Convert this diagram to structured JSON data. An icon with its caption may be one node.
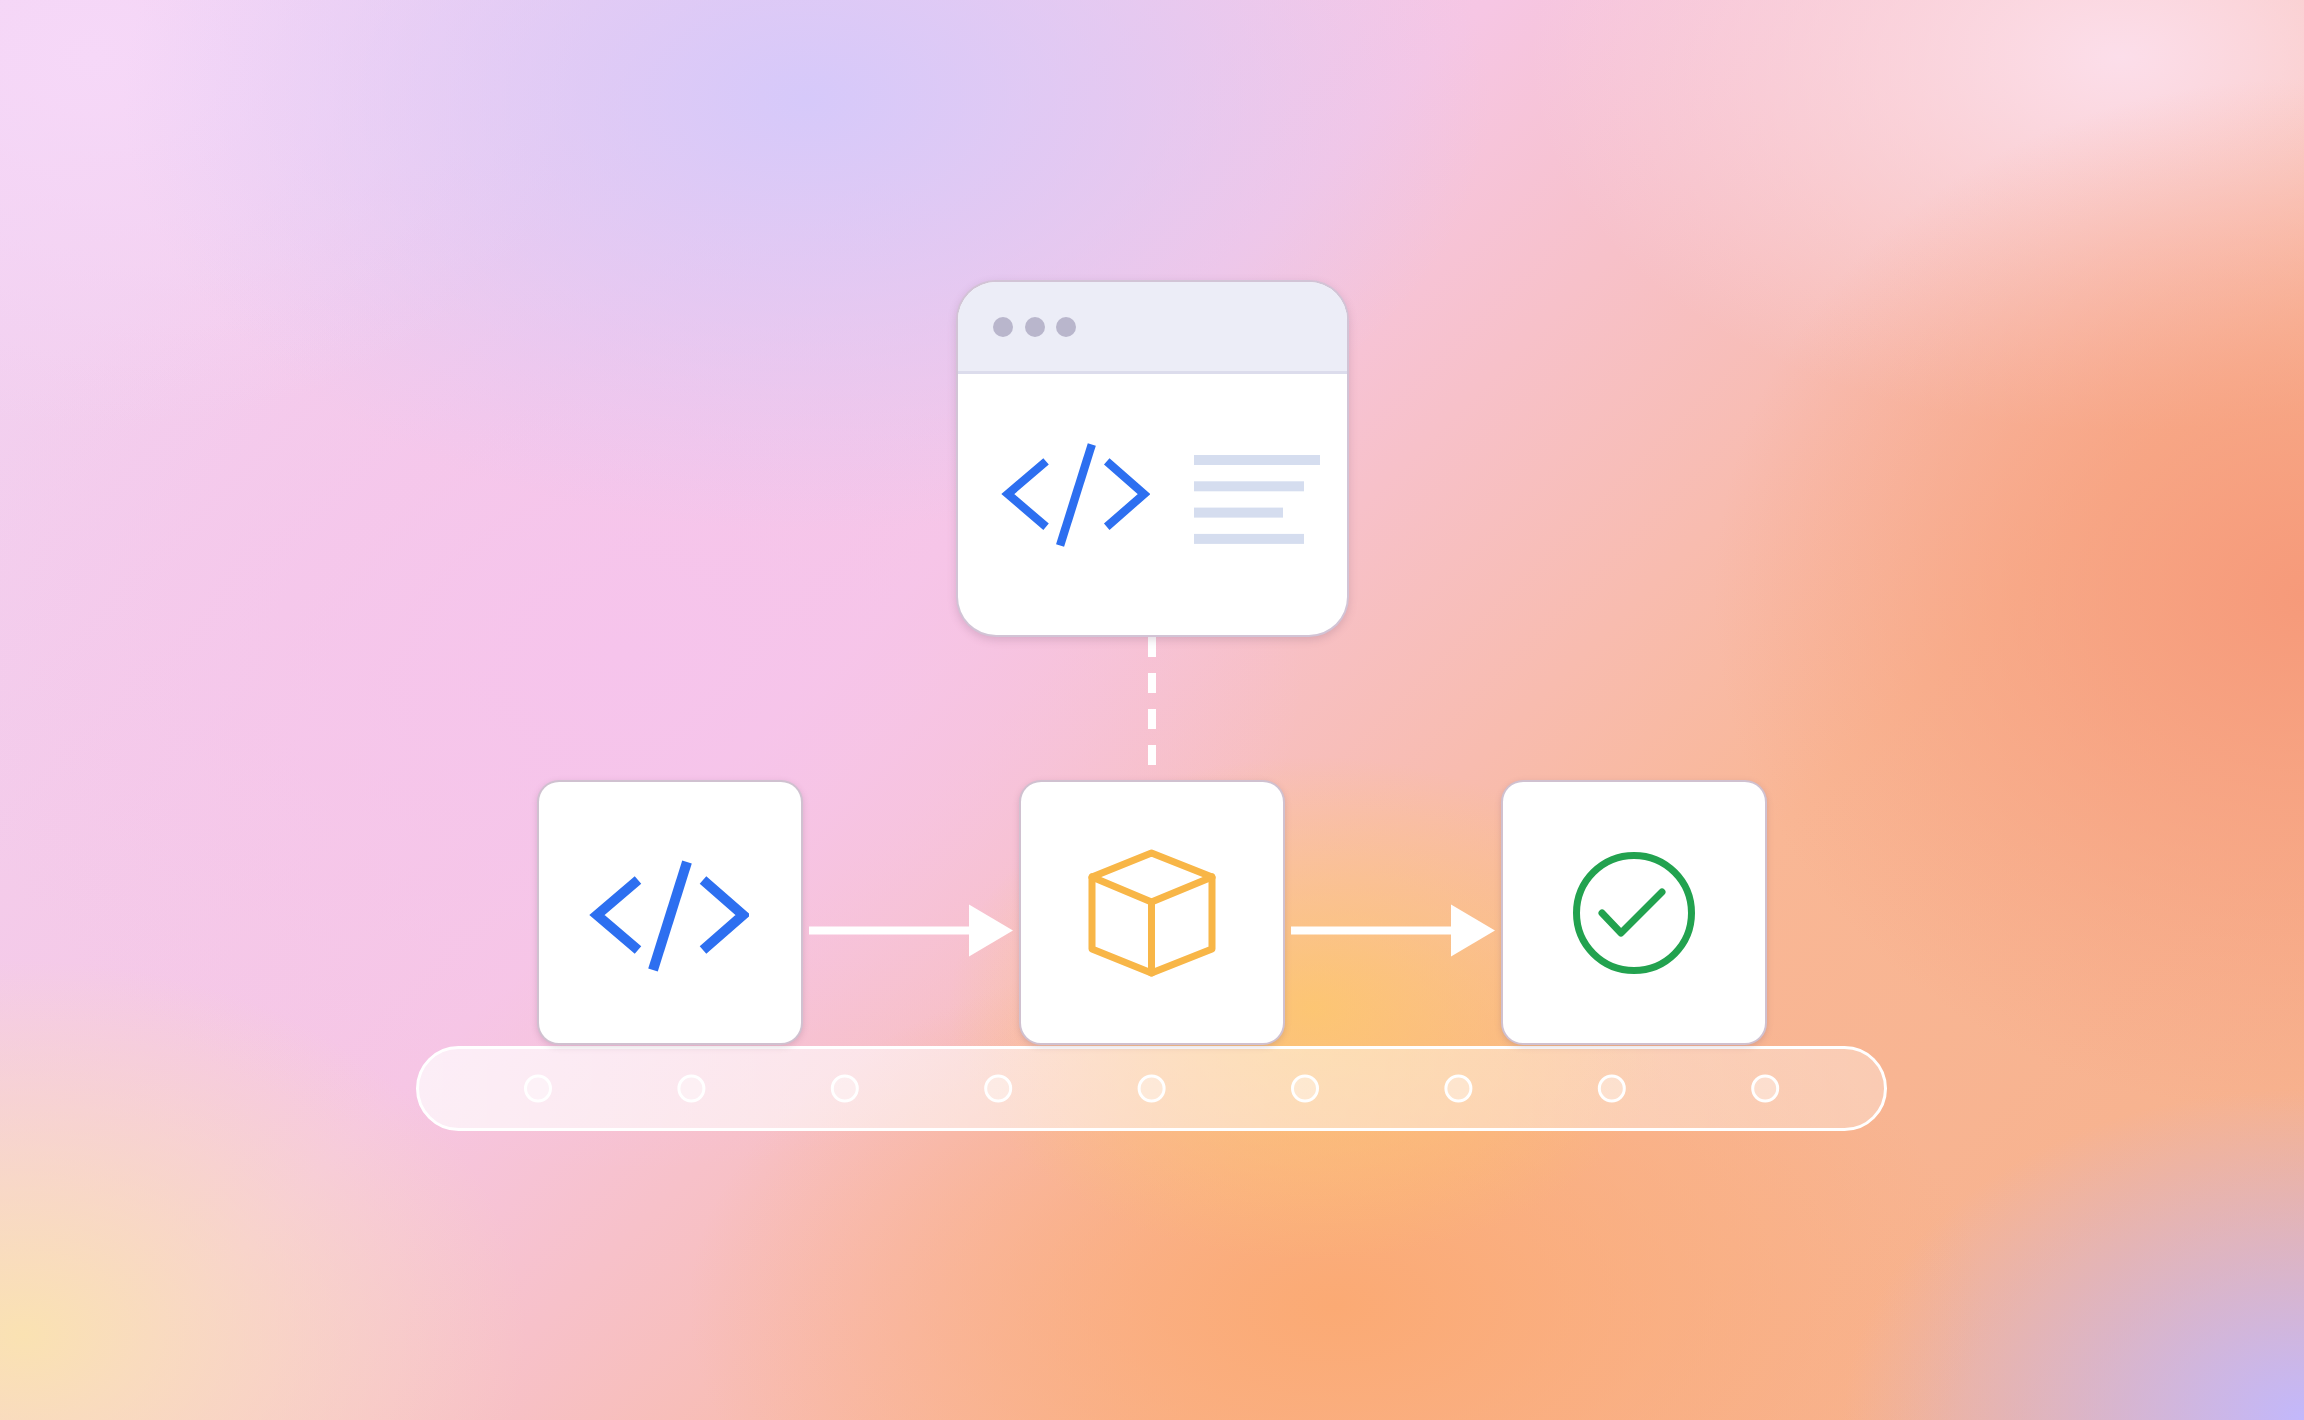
{
  "diagram": {
    "nodes": [
      {
        "text": [],
        "shape": "window"
      },
      {
        "text": [],
        "shape": "box"
      },
      {
        "text": [],
        "shape": "box"
      },
      {
        "text": [],
        "shape": "box"
      }
    ],
    "edges": [
      {
        "from": 1,
        "to": 2,
        "arrow": "to"
      },
      {
        "from": 2,
        "to": 3,
        "arrow": "to"
      },
      {
        "from": 0,
        "to": 2,
        "arrow": "none",
        "style": "dashed"
      }
    ]
  }
}
